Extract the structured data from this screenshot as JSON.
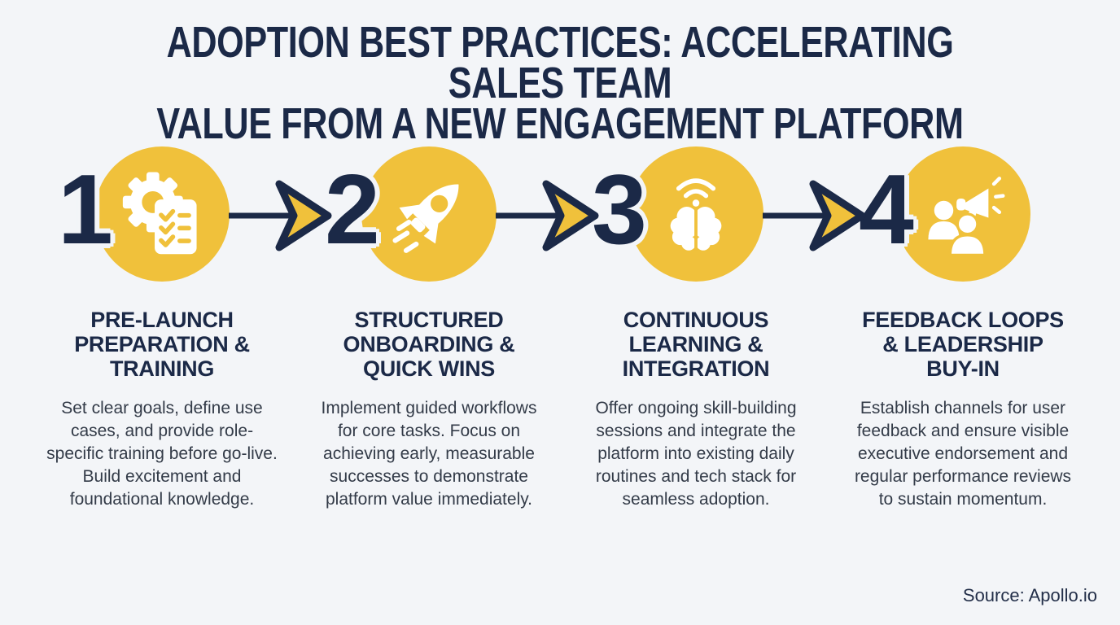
{
  "title_lines": [
    "ADOPTION BEST PRACTICES: ACCELERATING SALES TEAM",
    "VALUE FROM A NEW ENGAGEMENT PLATFORM"
  ],
  "colors": {
    "background": "#f3f5f8",
    "accent_yellow": "#f0c13b",
    "navy": "#1b2947",
    "body_text": "#333b48",
    "white": "#ffffff"
  },
  "steps": [
    {
      "number": "1",
      "icon": "gear-checklist-icon",
      "title_lines": [
        "PRE-LAUNCH",
        "PREPARATION &",
        "TRAINING"
      ],
      "description": "Set clear goals, define use cases, and provide role-specific training before go-live. Build excitement and foundational knowledge."
    },
    {
      "number": "2",
      "icon": "rocket-icon",
      "title_lines": [
        "STRUCTURED",
        "ONBOARDING &",
        "QUICK WINS"
      ],
      "description": "Implement guided workflows for core tasks. Focus on achieving early, measurable successes to demonstrate platform value immediately."
    },
    {
      "number": "3",
      "icon": "brain-wifi-icon",
      "title_lines": [
        "CONTINUOUS",
        "LEARNING &",
        "INTEGRATION"
      ],
      "description": "Offer ongoing skill-building sessions and integrate the platform into existing daily routines and tech stack for seamless adoption."
    },
    {
      "number": "4",
      "icon": "people-megaphone-icon",
      "title_lines": [
        "FEEDBACK LOOPS",
        "& LEADERSHIP",
        "BUY-IN"
      ],
      "description": "Establish channels for user feedback and ensure visible executive endorsement and regular performance reviews to sustain momentum."
    }
  ],
  "source": "Source: Apollo.io"
}
